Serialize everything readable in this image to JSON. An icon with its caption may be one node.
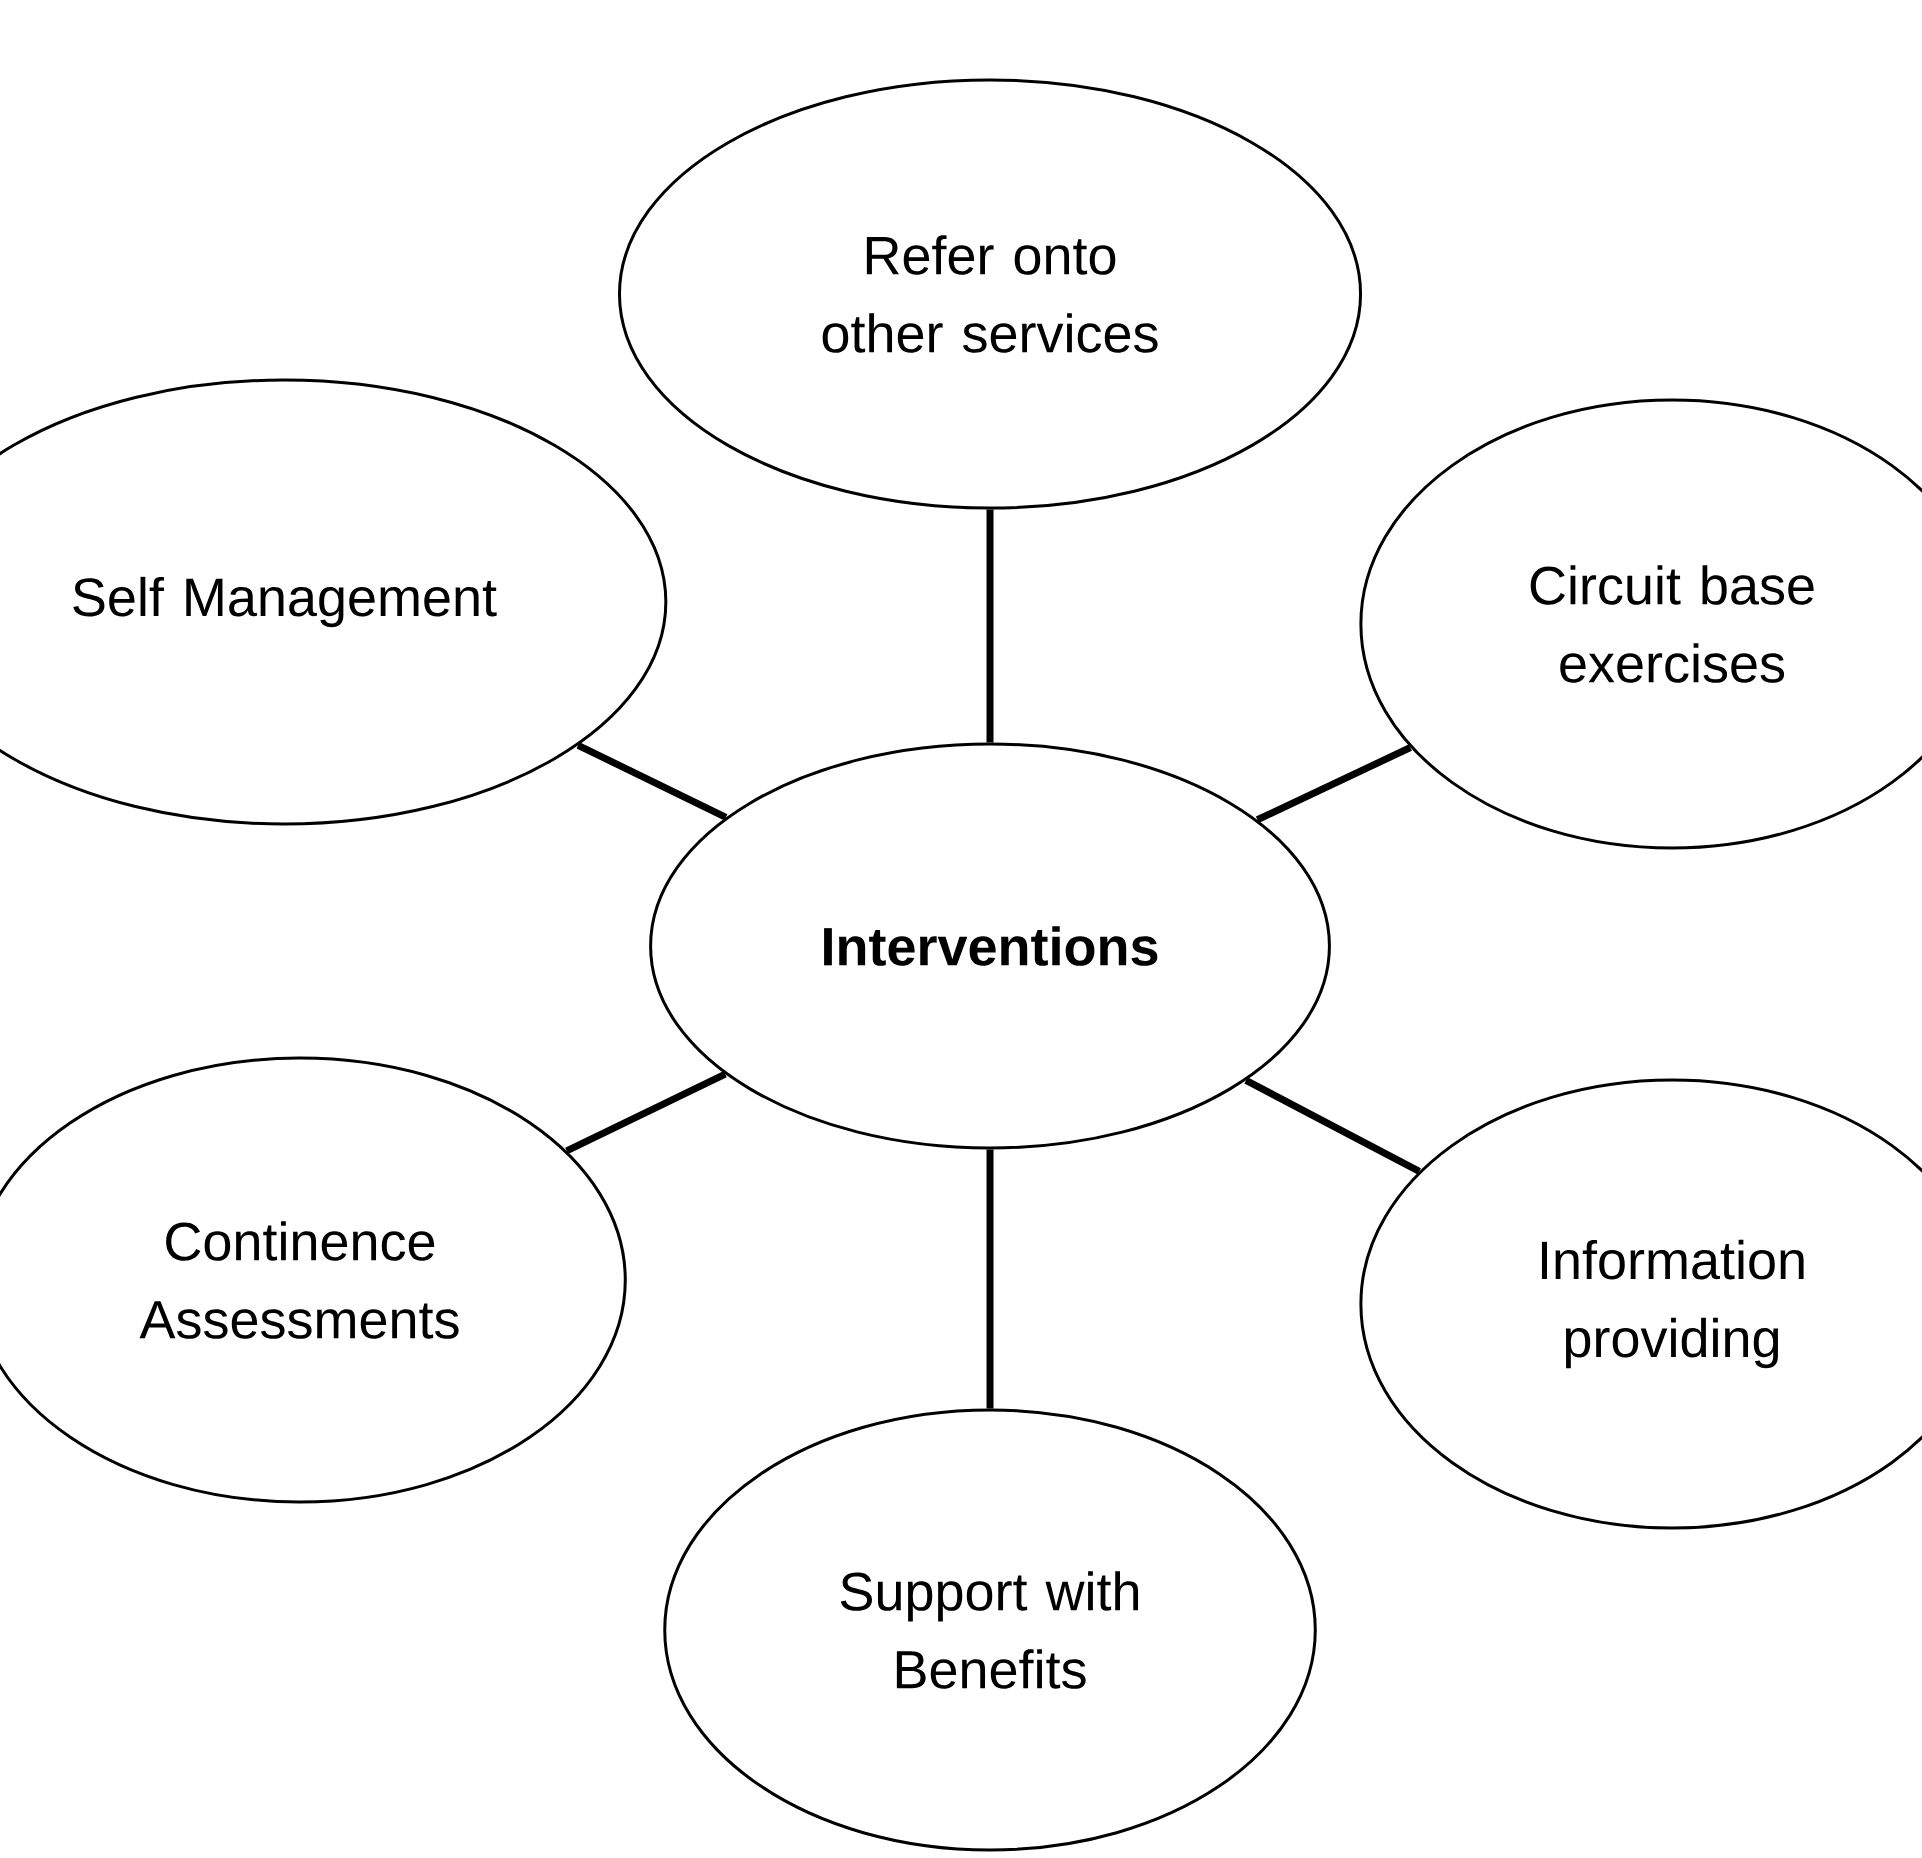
{
  "diagram": {
    "nodes": [
      {
        "text": [
          "Refer onto other services"
        ]
      },
      {
        "text": [
          "Self Management"
        ]
      },
      {
        "text": [
          "Circuit base exercises"
        ]
      },
      {
        "text": [
          "**Interventions**"
        ]
      },
      {
        "text": [
          "Continence Assessments"
        ]
      },
      {
        "text": [
          "Information providing"
        ]
      },
      {
        "text": [
          "Support with Benefits"
        ]
      }
    ],
    "edges": [
      {
        "from": 3,
        "to": 0,
        "arrow": "none"
      },
      {
        "from": 3,
        "to": 1,
        "arrow": "none"
      },
      {
        "from": 3,
        "to": 2,
        "arrow": "none"
      },
      {
        "from": 3,
        "to": 4,
        "arrow": "none"
      },
      {
        "from": 3,
        "to": 5,
        "arrow": "none"
      },
      {
        "from": 3,
        "to": 6,
        "arrow": "none"
      }
    ]
  }
}
